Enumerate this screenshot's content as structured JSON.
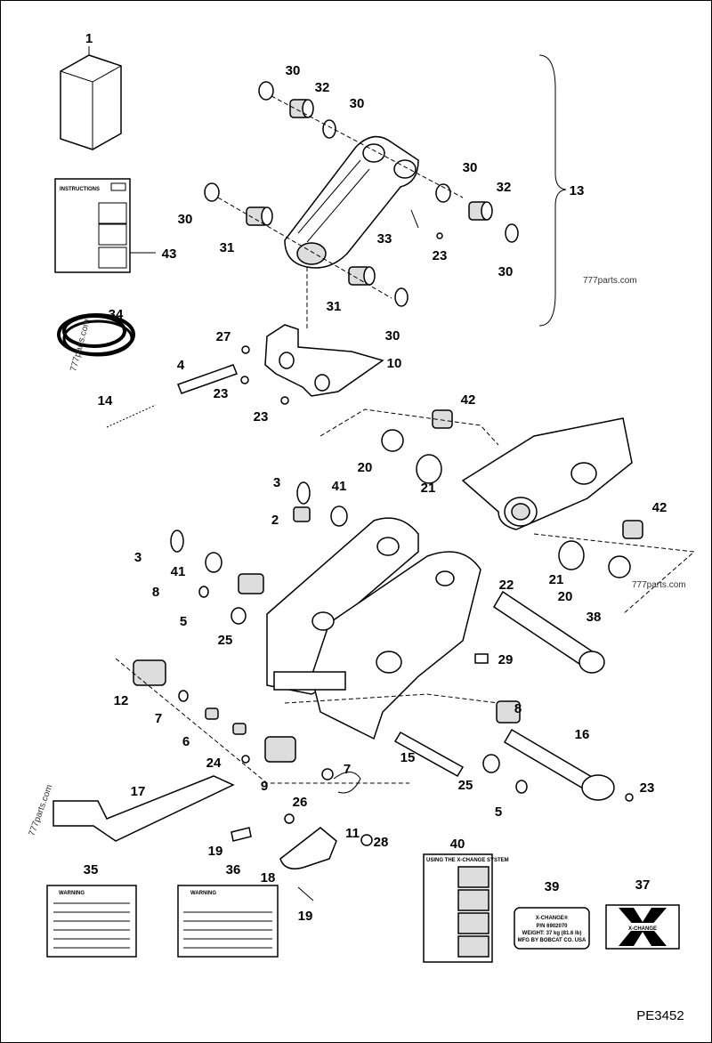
{
  "callouts": [
    "1",
    "30",
    "32",
    "30",
    "30",
    "32",
    "13",
    "30",
    "31",
    "33",
    "23",
    "30",
    "43",
    "31",
    "30",
    "34",
    "27",
    "4",
    "10",
    "23",
    "23",
    "14",
    "42",
    "20",
    "21",
    "41",
    "3",
    "2",
    "42",
    "3",
    "41",
    "8",
    "22",
    "21",
    "20",
    "5",
    "25",
    "38",
    "29",
    "12",
    "7",
    "8",
    "16",
    "6",
    "15",
    "24",
    "9",
    "7",
    "25",
    "5",
    "23",
    "17",
    "26",
    "11",
    "28",
    "19",
    "18",
    "19",
    "40",
    "35",
    "36",
    "39",
    "37"
  ],
  "instructions_title": "INSTRUCTIONS",
  "decal_39": {
    "title": "X-CHANGE®",
    "line1": "P/N 6902070",
    "line2": "WEIGHT: 37 kg (81.6 lb)",
    "line3": "MFG BY BOBCAT CO. USA"
  },
  "decal_37": {
    "title": "X-CHANGE"
  },
  "decal_35": {
    "title": "WARNING"
  },
  "decal_36": {
    "title": "WARNING"
  },
  "decal_40": {
    "title": "USING THE X-CHANGE SYSTEM"
  },
  "watermark": "777parts.com",
  "figure_id": "PE3452"
}
